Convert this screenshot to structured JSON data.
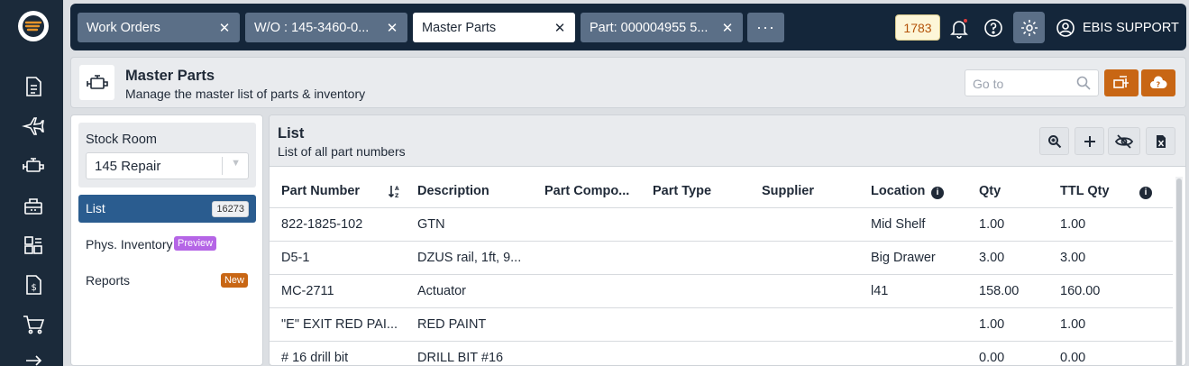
{
  "tabs": [
    {
      "label": "Work Orders",
      "active": false
    },
    {
      "label": "W/O : 145-3460-0...",
      "active": false
    },
    {
      "label": "Master Parts",
      "active": true
    },
    {
      "label": "Part: 000004955 5...",
      "active": false
    }
  ],
  "tabs_more": "···",
  "topbar": {
    "count_badge": "1783",
    "user_name": "EBIS SUPPORT"
  },
  "header": {
    "title": "Master Parts",
    "subtitle": "Manage the master list of parts & inventory",
    "goto_placeholder": "Go to"
  },
  "sidebar_left": {
    "stock_room_label": "Stock Room",
    "stock_room_value": "145 Repair",
    "nav": [
      {
        "label": "List",
        "badge": "16273"
      },
      {
        "label": "Phys. Inventory",
        "badge": "Preview"
      },
      {
        "label": "Reports",
        "badge": "New"
      }
    ]
  },
  "list": {
    "title": "List",
    "subtitle": "List of all part numbers",
    "columns": [
      "Part Number",
      "Description",
      "Part Compo...",
      "Part Type",
      "Supplier",
      "Location",
      "Qty",
      "TTL Qty"
    ],
    "rows": [
      [
        "822-1825-102",
        "GTN",
        "",
        "",
        "",
        "Mid Shelf",
        "1.00",
        "1.00"
      ],
      [
        "D5-1",
        "DZUS rail, 1ft, 9...",
        "",
        "",
        "",
        "Big Drawer",
        "3.00",
        "3.00"
      ],
      [
        "MC-2711",
        "Actuator",
        "",
        "",
        "",
        "l41",
        "158.00",
        "160.00"
      ],
      [
        "\"E\" EXIT RED PAI...",
        "RED PAINT",
        "",
        "",
        "",
        "",
        "1.00",
        "1.00"
      ],
      [
        "# 16 drill bit",
        "DRILL BIT #16",
        "",
        "",
        "",
        "",
        "0.00",
        "0.00"
      ]
    ]
  },
  "colors": {
    "sidebar": "#1b2a3a",
    "topbar": "#14263a",
    "accent_orange": "#c86614",
    "active_nav": "#2a5c8f",
    "preview_purple": "#b565e6"
  }
}
